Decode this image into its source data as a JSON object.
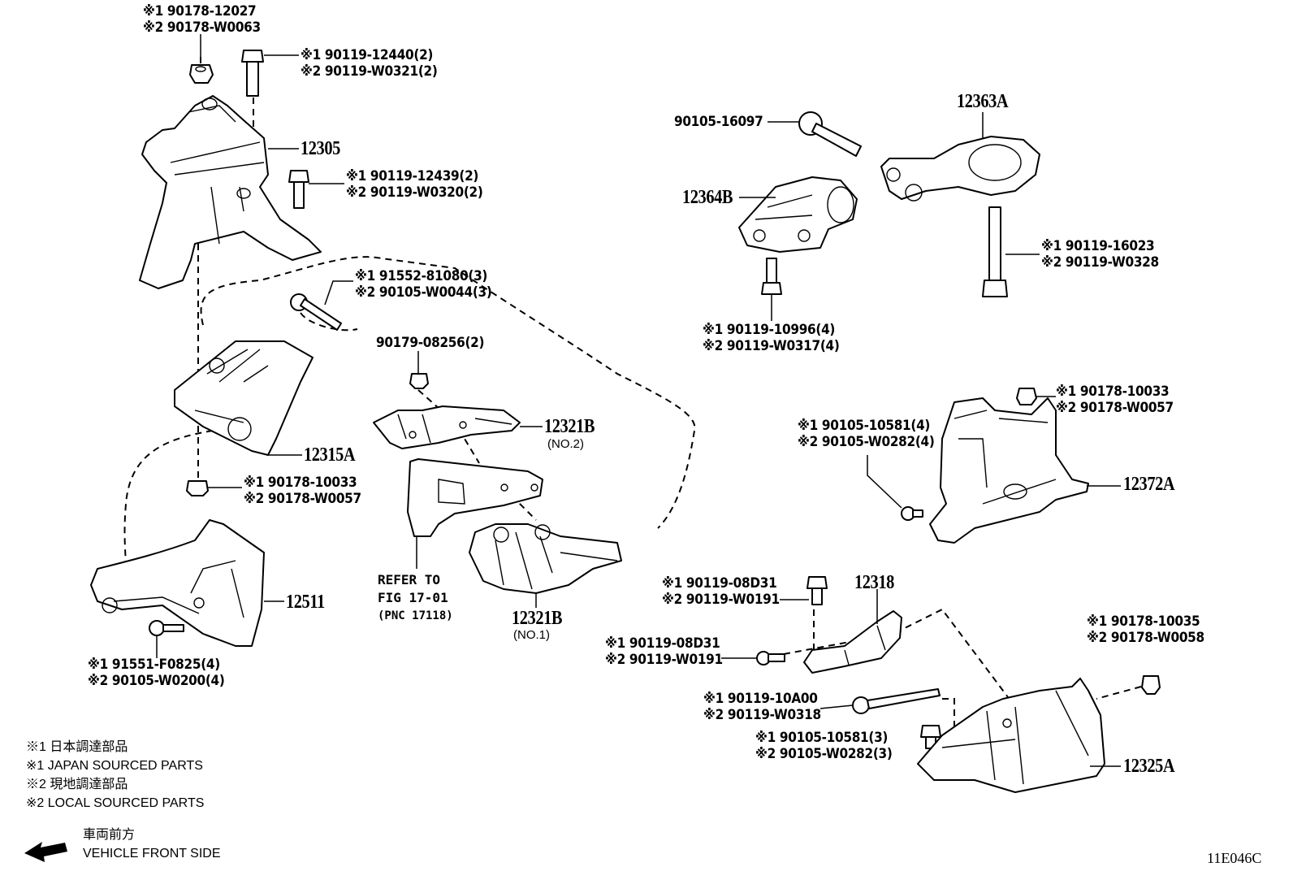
{
  "diagram": {
    "title_code": "11E046C",
    "parts": [
      {
        "id": "12305",
        "label": "12305"
      },
      {
        "id": "12315A",
        "label": "12315A"
      },
      {
        "id": "12511",
        "label": "12511"
      },
      {
        "id": "12321B-no2",
        "label": "12321B",
        "note": "(NO.2)"
      },
      {
        "id": "12321B-no1",
        "label": "12321B",
        "note": "(NO.1)"
      },
      {
        "id": "12363A",
        "label": "12363A"
      },
      {
        "id": "12364B",
        "label": "12364B"
      },
      {
        "id": "12372A",
        "label": "12372A"
      },
      {
        "id": "12318",
        "label": "12318"
      },
      {
        "id": "12325A",
        "label": "12325A"
      }
    ],
    "fasteners": [
      {
        "l1": "※1 90178-12027",
        "l2": "※2 90178-W0063"
      },
      {
        "l1": "※1 90119-12440(2)",
        "l2": "※2 90119-W0321(2)"
      },
      {
        "l1": "※1 90119-12439(2)",
        "l2": "※2 90119-W0320(2)"
      },
      {
        "l1": "※1 91552-81080(3)",
        "l2": "※2 90105-W0044(3)"
      },
      {
        "single": "90179-08256(2)"
      },
      {
        "l1": "※1 90178-10033",
        "l2": "※2 90178-W0057"
      },
      {
        "l1": "※1 91551-F0825(4)",
        "l2": "※2 90105-W0200(4)"
      },
      {
        "single": "90105-16097"
      },
      {
        "l1": "※1 90119-16023",
        "l2": "※2 90119-W0328"
      },
      {
        "l1": "※1 90119-10996(4)",
        "l2": "※2 90119-W0317(4)"
      },
      {
        "l1": "※1 90178-10033",
        "l2": "※2 90178-W0057"
      },
      {
        "l1": "※1 90105-10581(4)",
        "l2": "※2 90105-W0282(4)"
      },
      {
        "l1": "※1 90119-08D31",
        "l2": "※2 90119-W0191"
      },
      {
        "l1": "※1 90119-08D31",
        "l2": "※2 90119-W0191"
      },
      {
        "l1": "※1 90119-10A00",
        "l2": "※2 90119-W0318"
      },
      {
        "l1": "※1 90105-10581(3)",
        "l2": "※2 90105-W0282(3)"
      },
      {
        "l1": "※1 90178-10035",
        "l2": "※2 90178-W0058"
      }
    ],
    "reference": {
      "line1": "REFER TO",
      "line2": "FIG 17-01",
      "line3": "(PNC 17118)"
    },
    "legend": {
      "items": [
        "※1 日本調達部品",
        "※1 JAPAN SOURCED PARTS",
        "※2 現地調達部品",
        "※2 LOCAL SOURCED PARTS"
      ],
      "direction_jp": "車両前方",
      "direction_en": "VEHICLE FRONT SIDE",
      "direction_icon": "arrow-left-icon"
    }
  }
}
